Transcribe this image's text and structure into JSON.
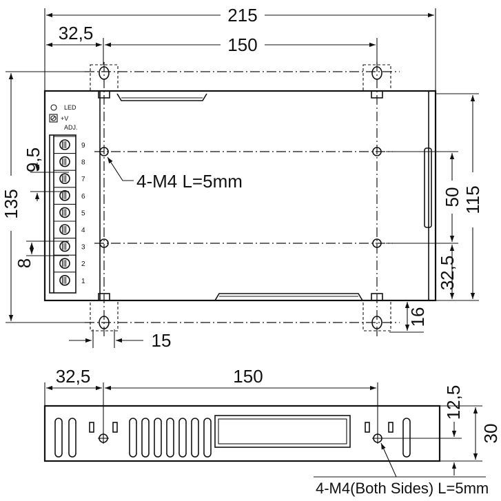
{
  "top_view": {
    "dimensions": {
      "overall_width": "215",
      "hole_offset_left": "32,5",
      "hole_spacing": "150",
      "overall_height": "135",
      "inner_height": "115",
      "hole_vertical_spacing": "50",
      "hole_offset_bottom": "32,5",
      "tab_height": "16",
      "tab_width": "15",
      "terminal_pitch": "9,5",
      "terminal_block_height": "8"
    },
    "screw_callout": "4-M4 L=5mm",
    "labels": {
      "led": "LED",
      "plus_v": "+V",
      "adj": "ADJ."
    },
    "terminal_numbers": [
      "9",
      "8",
      "7",
      "6",
      "5",
      "4",
      "3",
      "2",
      "1"
    ]
  },
  "side_view": {
    "dimensions": {
      "hole_offset_left": "32,5",
      "hole_spacing": "150",
      "hole_height": "12,5",
      "height": "30"
    },
    "screw_callout": "4-M4(Both Sides) L=5mm"
  }
}
